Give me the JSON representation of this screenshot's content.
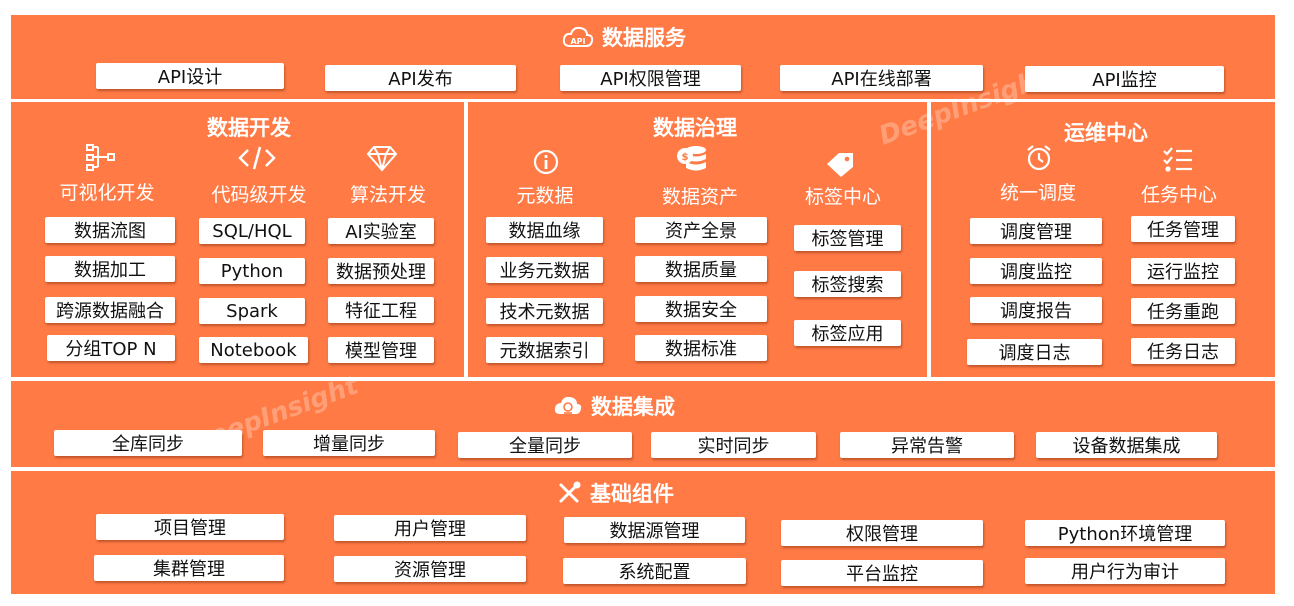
{
  "api_service": {
    "title": "数据服务",
    "icon_text": "API",
    "items": [
      "API设计",
      "API发布",
      "API权限管理",
      "API在线部署",
      "API监控"
    ]
  },
  "dev": {
    "title": "数据开发",
    "columns": [
      {
        "title": "可视化开发",
        "items": [
          "数据流图",
          "数据加工",
          "跨源数据融合",
          "分组TOP N"
        ]
      },
      {
        "title": "代码级开发",
        "items": [
          "SQL/HQL",
          "Python",
          "Spark",
          "Notebook"
        ]
      },
      {
        "title": "算法开发",
        "items": [
          "AI实验室",
          "数据预处理",
          "特征工程",
          "模型管理"
        ]
      }
    ]
  },
  "gov": {
    "title": "数据治理",
    "columns": [
      {
        "title": "元数据",
        "items": [
          "数据血缘",
          "业务元数据",
          "技术元数据",
          "元数据索引"
        ]
      },
      {
        "title": "数据资产",
        "items": [
          "资产全景",
          "数据质量",
          "数据安全",
          "数据标准"
        ]
      },
      {
        "title": "标签中心",
        "items": [
          "标签管理",
          "标签搜索",
          "标签应用"
        ]
      }
    ]
  },
  "ops": {
    "title": "运维中心",
    "columns": [
      {
        "title": "统一调度",
        "items": [
          "调度管理",
          "调度监控",
          "调度报告",
          "调度日志"
        ]
      },
      {
        "title": "任务中心",
        "items": [
          "任务管理",
          "运行监控",
          "任务重跑",
          "任务日志"
        ]
      }
    ]
  },
  "integration": {
    "title": "数据集成",
    "items": [
      "全库同步",
      "增量同步",
      "全量同步",
      "实时同步",
      "异常告警",
      "设备数据集成"
    ]
  },
  "base": {
    "title": "基础组件",
    "rows": [
      [
        "项目管理",
        "用户管理",
        "数据源管理",
        "权限管理",
        "Python环境管理"
      ],
      [
        "集群管理",
        "资源管理",
        "系统配置",
        "平台监控",
        "用户行为审计"
      ]
    ]
  },
  "watermark": "DeepInsight",
  "colors": {
    "panel": "#FF7A45",
    "button": "#FFFFFF",
    "text_on_panel": "#FFFFFF"
  }
}
